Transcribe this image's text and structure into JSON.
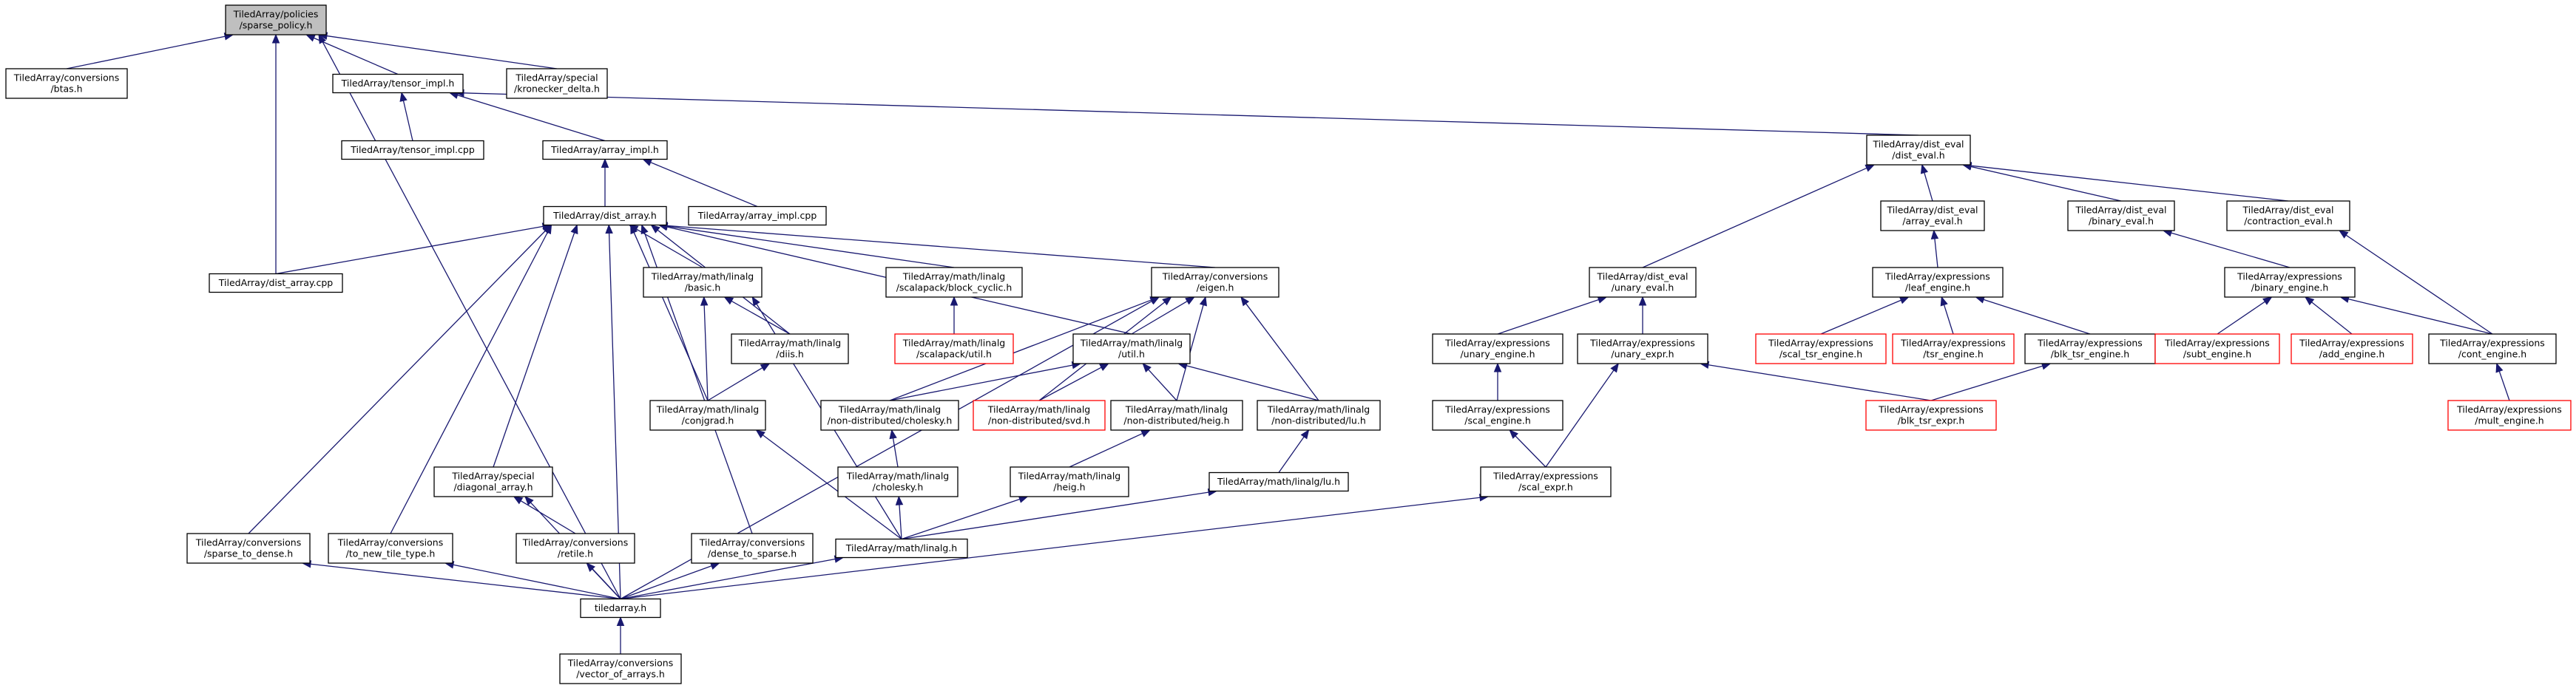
{
  "colors": {
    "edge": "#191970",
    "node_border": "#000000",
    "missing_border": "#ff0000",
    "root_fill": "#bfbfbf",
    "background": "#ffffff"
  },
  "graph": {
    "root": "sparse_policy",
    "nodes": [
      {
        "id": "sparse_policy",
        "lines": [
          "TiledArray/policies",
          "/sparse_policy.h"
        ],
        "style": "root"
      },
      {
        "id": "btas",
        "lines": [
          "TiledArray/conversions",
          "/btas.h"
        ],
        "style": "normal"
      },
      {
        "id": "tensor_impl_h",
        "lines": [
          "TiledArray/tensor_impl.h"
        ],
        "style": "normal"
      },
      {
        "id": "kronecker",
        "lines": [
          "TiledArray/special",
          "/kronecker_delta.h"
        ],
        "style": "normal"
      },
      {
        "id": "tensor_impl_cpp",
        "lines": [
          "TiledArray/tensor_impl.cpp"
        ],
        "style": "normal"
      },
      {
        "id": "array_impl_h",
        "lines": [
          "TiledArray/array_impl.h"
        ],
        "style": "normal"
      },
      {
        "id": "array_impl_cpp",
        "lines": [
          "TiledArray/array_impl.cpp"
        ],
        "style": "normal"
      },
      {
        "id": "dist_array_h",
        "lines": [
          "TiledArray/dist_array.h"
        ],
        "style": "normal"
      },
      {
        "id": "dist_array_cpp",
        "lines": [
          "TiledArray/dist_array.cpp"
        ],
        "style": "normal"
      },
      {
        "id": "basic_h",
        "lines": [
          "TiledArray/math/linalg",
          "/basic.h"
        ],
        "style": "normal"
      },
      {
        "id": "block_cyclic",
        "lines": [
          "TiledArray/math/linalg",
          "/scalapack/block_cyclic.h"
        ],
        "style": "normal"
      },
      {
        "id": "scalapack_util",
        "lines": [
          "TiledArray/math/linalg",
          "/scalapack/util.h"
        ],
        "style": "missing"
      },
      {
        "id": "eigen_h",
        "lines": [
          "TiledArray/conversions",
          "/eigen.h"
        ],
        "style": "normal"
      },
      {
        "id": "diis_h",
        "lines": [
          "TiledArray/math/linalg",
          "/diis.h"
        ],
        "style": "normal"
      },
      {
        "id": "util_h",
        "lines": [
          "TiledArray/math/linalg",
          "/util.h"
        ],
        "style": "normal"
      },
      {
        "id": "conjgrad",
        "lines": [
          "TiledArray/math/linalg",
          "/conjgrad.h"
        ],
        "style": "normal"
      },
      {
        "id": "nd_cholesky",
        "lines": [
          "TiledArray/math/linalg",
          "/non-distributed/cholesky.h"
        ],
        "style": "normal"
      },
      {
        "id": "nd_svd",
        "lines": [
          "TiledArray/math/linalg",
          "/non-distributed/svd.h"
        ],
        "style": "missing"
      },
      {
        "id": "nd_heig",
        "lines": [
          "TiledArray/math/linalg",
          "/non-distributed/heig.h"
        ],
        "style": "normal"
      },
      {
        "id": "nd_lu",
        "lines": [
          "TiledArray/math/linalg",
          "/non-distributed/lu.h"
        ],
        "style": "normal"
      },
      {
        "id": "cholesky_h",
        "lines": [
          "TiledArray/math/linalg",
          "/cholesky.h"
        ],
        "style": "normal"
      },
      {
        "id": "heig_h",
        "lines": [
          "TiledArray/math/linalg",
          "/heig.h"
        ],
        "style": "normal"
      },
      {
        "id": "lu_h",
        "lines": [
          "TiledArray/math/linalg/lu.h"
        ],
        "style": "normal"
      },
      {
        "id": "diagonal_array",
        "lines": [
          "TiledArray/special",
          "/diagonal_array.h"
        ],
        "style": "normal"
      },
      {
        "id": "retile",
        "lines": [
          "TiledArray/conversions",
          "/retile.h"
        ],
        "style": "normal"
      },
      {
        "id": "sparse_to_dense",
        "lines": [
          "TiledArray/conversions",
          "/sparse_to_dense.h"
        ],
        "style": "normal"
      },
      {
        "id": "to_new_tile_type",
        "lines": [
          "TiledArray/conversions",
          "/to_new_tile_type.h"
        ],
        "style": "normal"
      },
      {
        "id": "dense_to_sparse",
        "lines": [
          "TiledArray/conversions",
          "/dense_to_sparse.h"
        ],
        "style": "normal"
      },
      {
        "id": "linalg_h",
        "lines": [
          "TiledArray/math/linalg.h"
        ],
        "style": "normal"
      },
      {
        "id": "tiledarray_h",
        "lines": [
          "tiledarray.h"
        ],
        "style": "normal"
      },
      {
        "id": "vector_of_arrays",
        "lines": [
          "TiledArray/conversions",
          "/vector_of_arrays.h"
        ],
        "style": "normal"
      },
      {
        "id": "dist_eval_h",
        "lines": [
          "TiledArray/dist_eval",
          "/dist_eval.h"
        ],
        "style": "normal"
      },
      {
        "id": "unary_eval",
        "lines": [
          "TiledArray/dist_eval",
          "/unary_eval.h"
        ],
        "style": "normal"
      },
      {
        "id": "array_eval",
        "lines": [
          "TiledArray/dist_eval",
          "/array_eval.h"
        ],
        "style": "normal"
      },
      {
        "id": "binary_eval",
        "lines": [
          "TiledArray/dist_eval",
          "/binary_eval.h"
        ],
        "style": "normal"
      },
      {
        "id": "contraction_eval",
        "lines": [
          "TiledArray/dist_eval",
          "/contraction_eval.h"
        ],
        "style": "normal"
      },
      {
        "id": "leaf_engine",
        "lines": [
          "TiledArray/expressions",
          "/leaf_engine.h"
        ],
        "style": "normal"
      },
      {
        "id": "binary_engine",
        "lines": [
          "TiledArray/expressions",
          "/binary_engine.h"
        ],
        "style": "normal"
      },
      {
        "id": "unary_engine",
        "lines": [
          "TiledArray/expressions",
          "/unary_engine.h"
        ],
        "style": "normal"
      },
      {
        "id": "unary_expr",
        "lines": [
          "TiledArray/expressions",
          "/unary_expr.h"
        ],
        "style": "normal"
      },
      {
        "id": "scal_tsr_engine",
        "lines": [
          "TiledArray/expressions",
          "/scal_tsr_engine.h"
        ],
        "style": "missing"
      },
      {
        "id": "tsr_engine",
        "lines": [
          "TiledArray/expressions",
          "/tsr_engine.h"
        ],
        "style": "missing"
      },
      {
        "id": "blk_tsr_engine",
        "lines": [
          "TiledArray/expressions",
          "/blk_tsr_engine.h"
        ],
        "style": "normal"
      },
      {
        "id": "subt_engine",
        "lines": [
          "TiledArray/expressions",
          "/subt_engine.h"
        ],
        "style": "missing"
      },
      {
        "id": "add_engine",
        "lines": [
          "TiledArray/expressions",
          "/add_engine.h"
        ],
        "style": "missing"
      },
      {
        "id": "cont_engine",
        "lines": [
          "TiledArray/expressions",
          "/cont_engine.h"
        ],
        "style": "normal"
      },
      {
        "id": "scal_engine",
        "lines": [
          "TiledArray/expressions",
          "/scal_engine.h"
        ],
        "style": "normal"
      },
      {
        "id": "blk_tsr_expr",
        "lines": [
          "TiledArray/expressions",
          "/blk_tsr_expr.h"
        ],
        "style": "missing"
      },
      {
        "id": "mult_engine",
        "lines": [
          "TiledArray/expressions",
          "/mult_engine.h"
        ],
        "style": "missing"
      },
      {
        "id": "scal_expr",
        "lines": [
          "TiledArray/expressions",
          "/scal_expr.h"
        ],
        "style": "normal"
      }
    ],
    "edges": [
      [
        "sparse_policy",
        "btas"
      ],
      [
        "sparse_policy",
        "tensor_impl_h"
      ],
      [
        "sparse_policy",
        "kronecker"
      ],
      [
        "sparse_policy",
        "dist_array_cpp"
      ],
      [
        "sparse_policy",
        "tiledarray_h"
      ],
      [
        "tensor_impl_h",
        "tensor_impl_cpp"
      ],
      [
        "tensor_impl_h",
        "array_impl_h"
      ],
      [
        "tensor_impl_h",
        "dist_eval_h"
      ],
      [
        "array_impl_h",
        "array_impl_cpp"
      ],
      [
        "array_impl_h",
        "dist_array_h"
      ],
      [
        "dist_array_h",
        "dist_array_cpp"
      ],
      [
        "dist_array_h",
        "basic_h"
      ],
      [
        "dist_array_h",
        "block_cyclic"
      ],
      [
        "dist_array_h",
        "eigen_h"
      ],
      [
        "dist_array_h",
        "diis_h"
      ],
      [
        "dist_array_h",
        "util_h"
      ],
      [
        "dist_array_h",
        "conjgrad"
      ],
      [
        "dist_array_h",
        "diagonal_array"
      ],
      [
        "dist_array_h",
        "sparse_to_dense"
      ],
      [
        "dist_array_h",
        "to_new_tile_type"
      ],
      [
        "dist_array_h",
        "dense_to_sparse"
      ],
      [
        "dist_array_h",
        "tiledarray_h"
      ],
      [
        "block_cyclic",
        "scalapack_util"
      ],
      [
        "basic_h",
        "diis_h"
      ],
      [
        "basic_h",
        "conjgrad"
      ],
      [
        "basic_h",
        "linalg_h"
      ],
      [
        "diis_h",
        "conjgrad"
      ],
      [
        "eigen_h",
        "util_h"
      ],
      [
        "eigen_h",
        "nd_cholesky"
      ],
      [
        "eigen_h",
        "nd_svd"
      ],
      [
        "eigen_h",
        "nd_heig"
      ],
      [
        "eigen_h",
        "nd_lu"
      ],
      [
        "eigen_h",
        "tiledarray_h"
      ],
      [
        "util_h",
        "nd_cholesky"
      ],
      [
        "util_h",
        "nd_svd"
      ],
      [
        "util_h",
        "nd_heig"
      ],
      [
        "util_h",
        "nd_lu"
      ],
      [
        "conjgrad",
        "linalg_h"
      ],
      [
        "nd_cholesky",
        "cholesky_h"
      ],
      [
        "nd_heig",
        "heig_h"
      ],
      [
        "nd_lu",
        "lu_h"
      ],
      [
        "cholesky_h",
        "linalg_h"
      ],
      [
        "heig_h",
        "linalg_h"
      ],
      [
        "lu_h",
        "linalg_h"
      ],
      [
        "diagonal_array",
        "retile"
      ],
      [
        "diagonal_array",
        "tiledarray_h"
      ],
      [
        "retile",
        "tiledarray_h"
      ],
      [
        "sparse_to_dense",
        "tiledarray_h"
      ],
      [
        "to_new_tile_type",
        "tiledarray_h"
      ],
      [
        "dense_to_sparse",
        "tiledarray_h"
      ],
      [
        "linalg_h",
        "tiledarray_h"
      ],
      [
        "tiledarray_h",
        "vector_of_arrays"
      ],
      [
        "dist_eval_h",
        "unary_eval"
      ],
      [
        "dist_eval_h",
        "array_eval"
      ],
      [
        "dist_eval_h",
        "binary_eval"
      ],
      [
        "dist_eval_h",
        "contraction_eval"
      ],
      [
        "array_eval",
        "leaf_engine"
      ],
      [
        "binary_eval",
        "binary_engine"
      ],
      [
        "contraction_eval",
        "cont_engine"
      ],
      [
        "unary_eval",
        "unary_engine"
      ],
      [
        "unary_eval",
        "unary_expr"
      ],
      [
        "leaf_engine",
        "scal_tsr_engine"
      ],
      [
        "leaf_engine",
        "tsr_engine"
      ],
      [
        "leaf_engine",
        "blk_tsr_engine"
      ],
      [
        "binary_engine",
        "subt_engine"
      ],
      [
        "binary_engine",
        "add_engine"
      ],
      [
        "binary_engine",
        "cont_engine"
      ],
      [
        "unary_engine",
        "scal_engine"
      ],
      [
        "unary_expr",
        "blk_tsr_expr"
      ],
      [
        "unary_expr",
        "scal_expr"
      ],
      [
        "blk_tsr_engine",
        "blk_tsr_expr"
      ],
      [
        "cont_engine",
        "mult_engine"
      ],
      [
        "scal_engine",
        "scal_expr"
      ],
      [
        "scal_expr",
        "tiledarray_h"
      ]
    ]
  }
}
